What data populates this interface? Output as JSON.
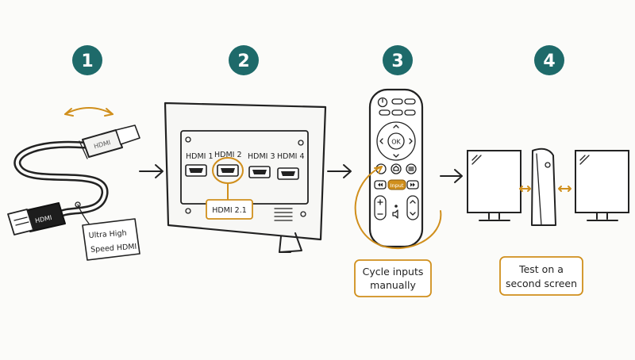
{
  "steps": [
    {
      "number": "1"
    },
    {
      "number": "2"
    },
    {
      "number": "3"
    },
    {
      "number": "4"
    }
  ],
  "cable": {
    "connector_text": "HDMI",
    "tag_line1": "Ultra High",
    "tag_line2": "Speed HDMI"
  },
  "tv": {
    "ports": [
      "HDMI 1",
      "HDMI 2",
      "HDMI 3",
      "HDMI 4"
    ],
    "highlight_label": "HDMI 2.1"
  },
  "remote": {
    "input_button": "Input",
    "ok_button": "OK"
  },
  "captions": {
    "cycle_line1": "Cycle inputs",
    "cycle_line2": "manually",
    "test_line1": "Test on a",
    "test_line2": "second screen"
  },
  "colors": {
    "badge": "#1e6a6a",
    "accent": "#d08f1c",
    "ink": "#222222",
    "background": "#fbfbf9"
  }
}
